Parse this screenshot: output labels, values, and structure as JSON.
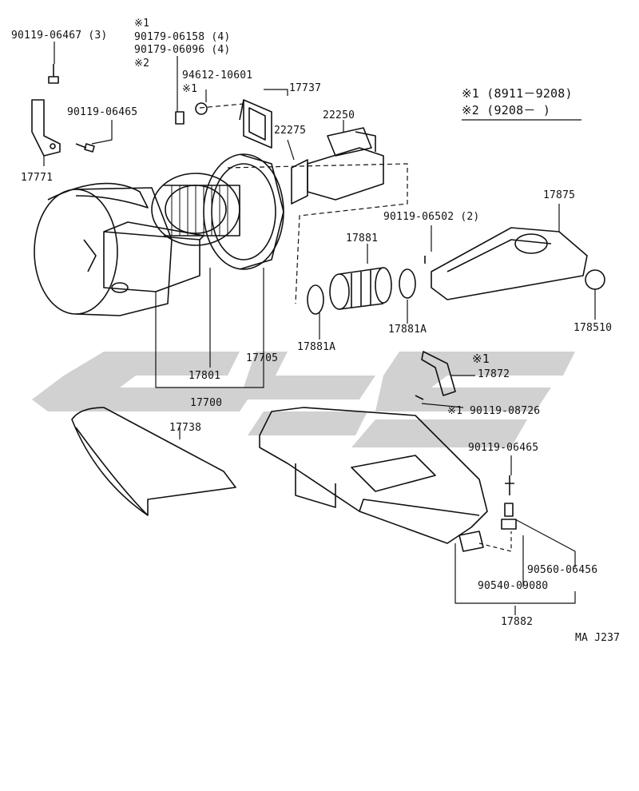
{
  "diagram": {
    "code": "MA J237",
    "notes": {
      "n1": "※1 (8911－9208)",
      "n2": "※2 (9208－     )"
    },
    "labels": {
      "p90119_06467": "90119-06467 (3)",
      "mark1_top": "※1",
      "p90179_06158": "90179-06158 (4)",
      "p90179_06096": "90179-06096 (4)",
      "mark2_top": "※2",
      "p94612_10601": "94612-10601",
      "mark1_b": "※1",
      "p17737": "17737",
      "p90119_06465a": "90119-06465",
      "p22275": "22275",
      "p22250": "22250",
      "p17771": "17771",
      "p17875": "17875",
      "p90119_06502": "90119-06502 (2)",
      "p17881": "17881",
      "p178510": "178510",
      "p17881A_left": "17881A",
      "p17881A_right": "17881A",
      "p17705": "17705",
      "p17801": "17801",
      "mark1_c": "※1",
      "p17872": "17872",
      "p17700": "17700",
      "mark1_d": "※1",
      "p90119_08726": "90119-08726",
      "p17738": "17738",
      "p90119_06465b": "90119-06465",
      "p90560_06456": "90560-06456",
      "p90540_09080": "90540-09080",
      "p17882": "17882"
    }
  }
}
